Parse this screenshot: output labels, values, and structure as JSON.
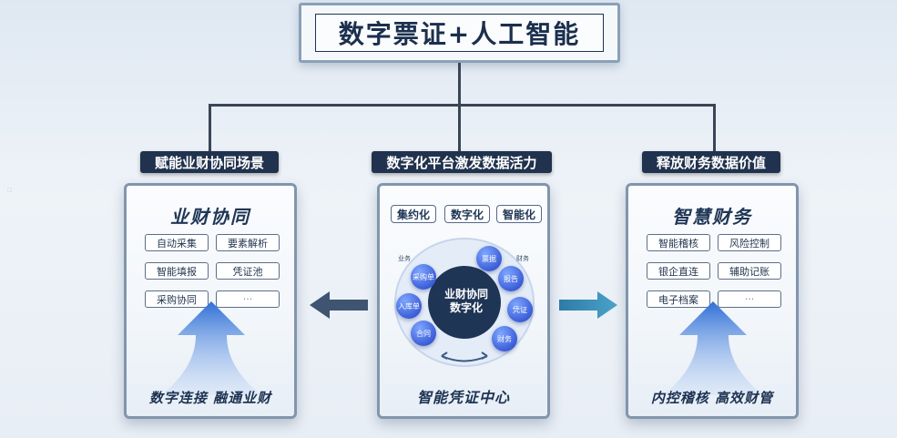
{
  "title": "数字票证+人工智能",
  "left": {
    "label": "赋能业财协同场景",
    "panel_title": "业财协同",
    "chips": [
      "自动采集",
      "要素解析",
      "智能填报",
      "凭证池",
      "采购协同",
      "···"
    ],
    "bottom": "数字连接  融通业财"
  },
  "center": {
    "label": "数字化平台激发数据活力",
    "tags": [
      "集约化",
      "数字化",
      "智能化"
    ],
    "core": "业财协同\n数字化",
    "nodes": [
      "采购单",
      "入库单",
      "合同",
      "票据",
      "报告",
      "凭证",
      "财务"
    ],
    "arc_left": "业务",
    "arc_right": "财务",
    "bottom": "智能凭证中心"
  },
  "right": {
    "label": "释放财务数据价值",
    "panel_title": "智慧财务",
    "chips": [
      "智能稽核",
      "风险控制",
      "银企直连",
      "辅助记账",
      "电子档案",
      "···"
    ],
    "bottom": "内控稽核  高效财管"
  },
  "colors": {
    "navy": "#20324d",
    "arrow_blue": "#3d7fd9",
    "arrow_grey": "#4a5f7a"
  }
}
